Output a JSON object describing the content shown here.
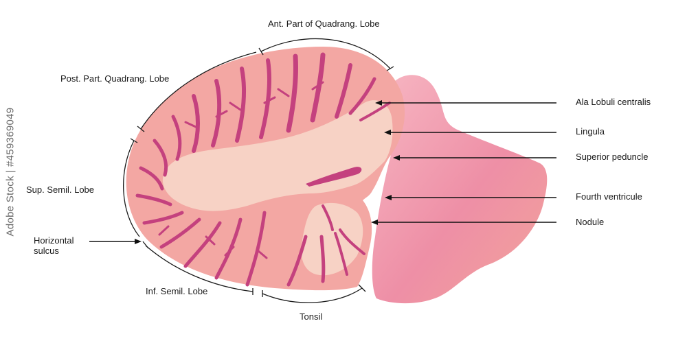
{
  "labels": {
    "ant_part_quadrang": "Ant. Part of Quadrang. Lobe",
    "post_part_quadrang": "Post. Part. Quadrang. Lobe",
    "sup_semil": "Sup. Semil. Lobe",
    "horizontal_sulcus_1": "Horizontal",
    "horizontal_sulcus_2": "sulcus",
    "inf_semil": "Inf. Semil. Lobe",
    "tonsil": "Tonsil",
    "ala_lobuli": "Ala Lobuli centralis",
    "lingula": "Lingula",
    "superior_peduncle": "Superior peduncle",
    "fourth_ventricule": "Fourth ventricule",
    "nodule": "Nodule"
  },
  "watermark": "Adobe Stock | #459369049",
  "colors": {
    "cortex": "#f3a7a3",
    "white_matter": "#f7d2c5",
    "sulci": "#c4417e",
    "brainstem_light": "#f5a7b3",
    "brainstem_dark": "#e8879f",
    "line": "#1a1a1a"
  }
}
